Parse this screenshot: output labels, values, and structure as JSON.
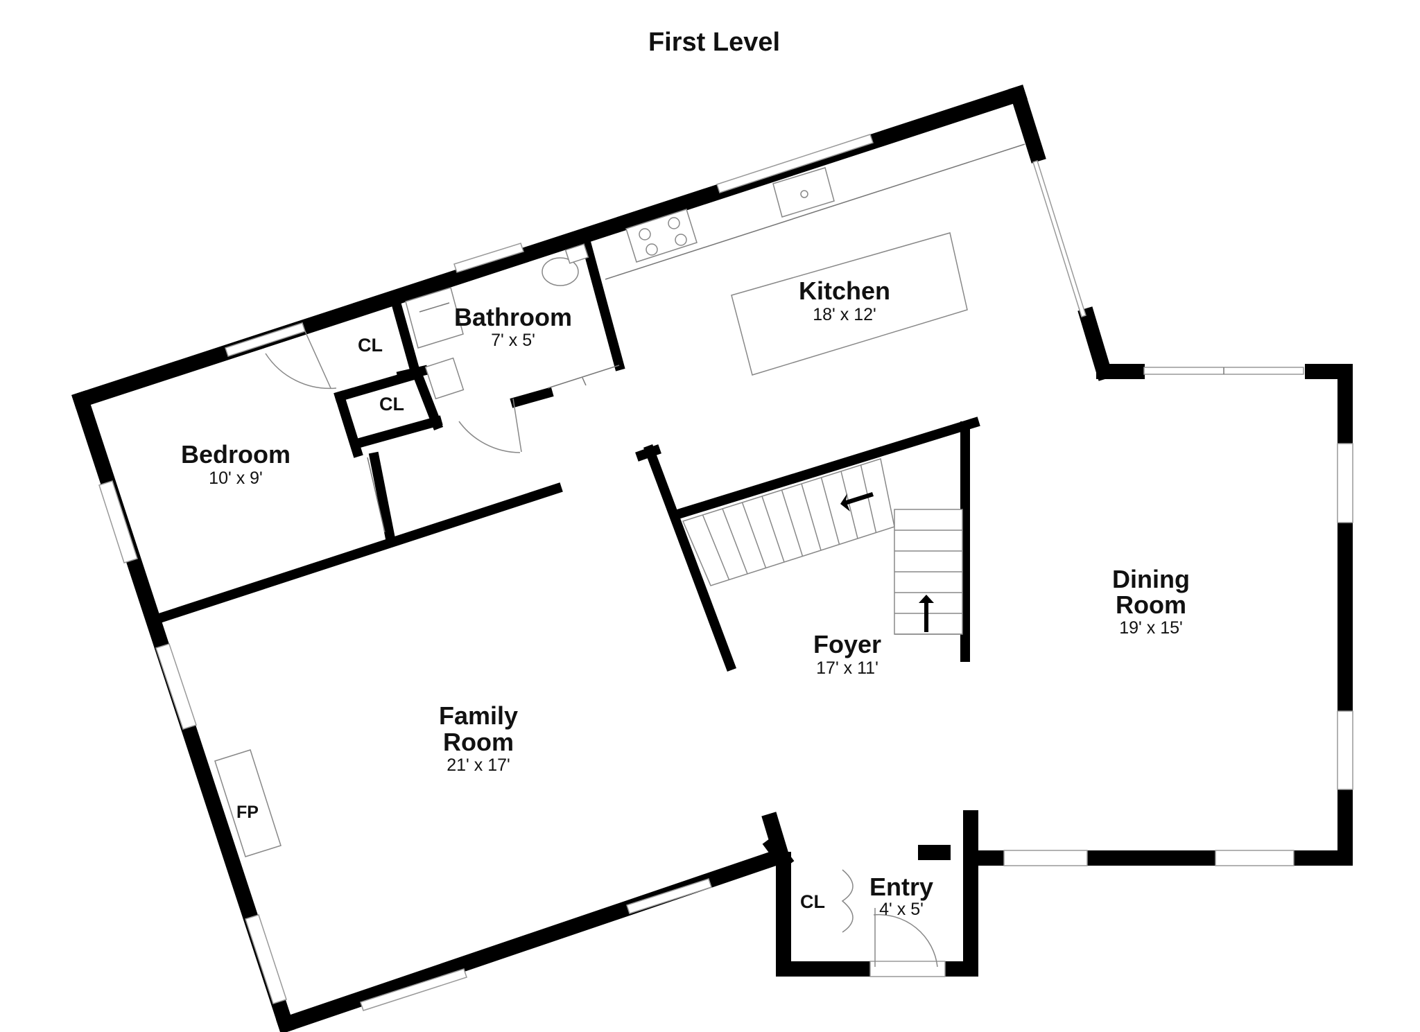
{
  "title": "First Level",
  "rooms": {
    "kitchen": {
      "name": "Kitchen",
      "size": "18' x 12'"
    },
    "bathroom": {
      "name": "Bathroom",
      "size": "7' x 5'"
    },
    "bedroom": {
      "name": "Bedroom",
      "size": "10' x 9'"
    },
    "dining": {
      "name_line1": "Dining",
      "name_line2": "Room",
      "size": "19' x 15'"
    },
    "foyer": {
      "name": "Foyer",
      "size": "17' x 11'"
    },
    "family": {
      "name_line1": "Family",
      "name_line2": "Room",
      "size": "21' x 17'"
    },
    "entry": {
      "name": "Entry",
      "size": "4' x 5'"
    }
  },
  "closets": {
    "cl_upper": "CL",
    "cl_lower": "CL",
    "cl_entry": "CL"
  },
  "fireplace": "FP"
}
